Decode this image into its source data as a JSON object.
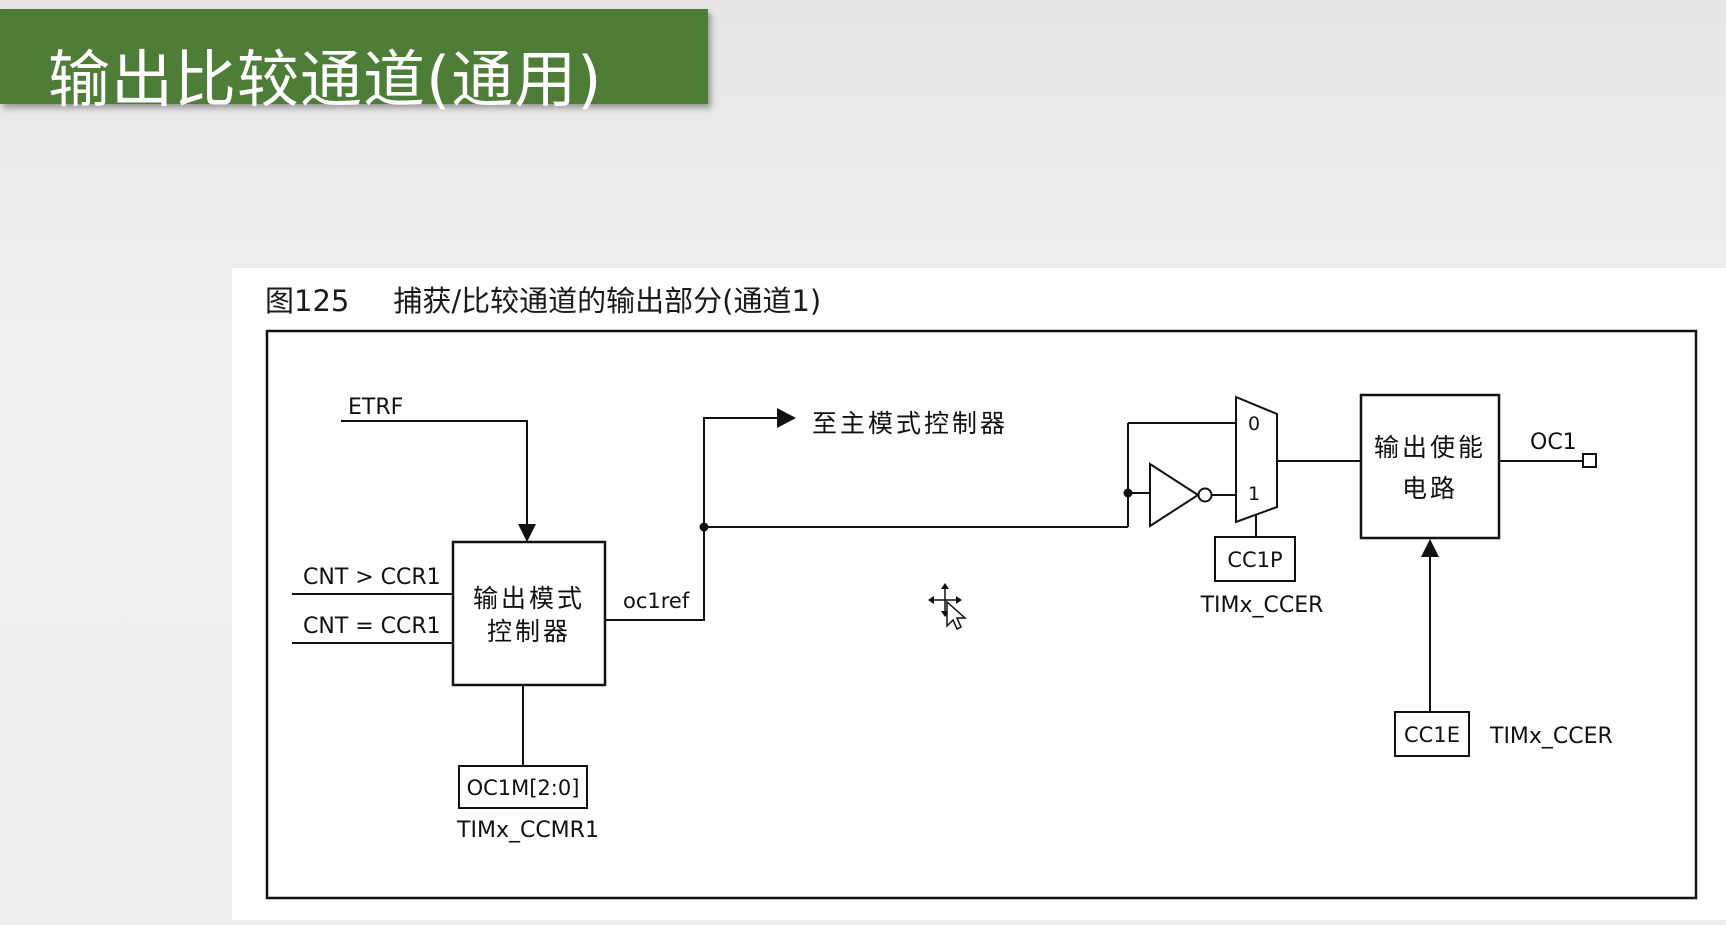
{
  "slide": {
    "title": "输出比较通道(通用)"
  },
  "figure": {
    "caption_number": "图125",
    "caption_text": "捕获/比较通道的输出部分(通道1)"
  },
  "diagram": {
    "inputs": {
      "etrf": "ETRF",
      "cnt_gt": "CNT > CCR1",
      "cnt_eq": "CNT = CCR1"
    },
    "mode_controller": {
      "line1": "输出模式",
      "line2": "控制器",
      "config_box": "OC1M[2:0]",
      "register": "TIMx_CCMR1"
    },
    "oc1ref_label": "oc1ref",
    "master_mode_target": "至主模式控制器",
    "mux": {
      "input0": "0",
      "input1": "1",
      "select_box": "CC1P",
      "select_register": "TIMx_CCER"
    },
    "output_enable": {
      "line1": "输出使能",
      "line2": "电路",
      "enable_box": "CC1E",
      "enable_register": "TIMx_CCER"
    },
    "output_pin": "OC1"
  },
  "colors": {
    "title_banner": "#4e7d38",
    "title_text": "#ffffff",
    "line": "#111111"
  },
  "icons": {
    "cursor": "move-cursor-icon"
  }
}
